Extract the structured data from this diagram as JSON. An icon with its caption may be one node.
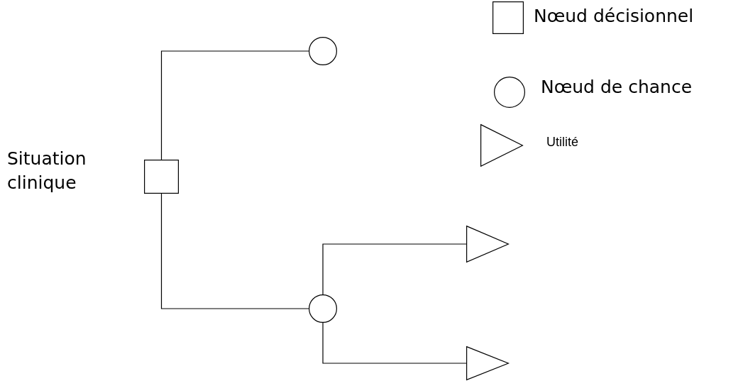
{
  "diagram": {
    "nodes": [
      {
        "text": [],
        "shape": "box",
        "beside": [
          "Situation clinique"
        ]
      },
      {
        "text": [],
        "shape": "circle"
      },
      {
        "text": [],
        "shape": "circle"
      },
      {
        "text": [],
        "shape": "triangle"
      },
      {
        "text": [],
        "shape": "triangle"
      }
    ],
    "edges": [
      {
        "from": 0,
        "to": 1,
        "arrow": "none"
      },
      {
        "from": 0,
        "to": 2,
        "arrow": "none"
      },
      {
        "from": 2,
        "to": 3,
        "arrow": "none"
      },
      {
        "from": 2,
        "to": 4,
        "arrow": "none"
      }
    ],
    "legend": [
      {
        "text": "Nœud décisionnel"
      },
      {
        "text": "Nœud de chance"
      },
      {
        "text": "Utilité"
      }
    ]
  }
}
